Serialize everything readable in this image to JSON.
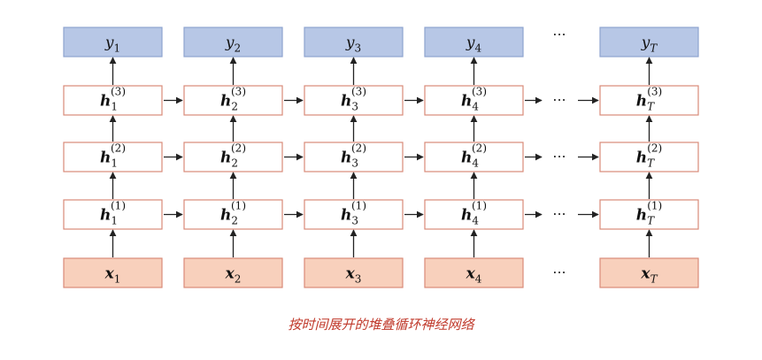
{
  "caption": "按时间展开的堆叠循环神经网络",
  "columns": [
    {
      "sub": "1"
    },
    {
      "sub": "2"
    },
    {
      "sub": "3"
    },
    {
      "sub": "4"
    },
    {
      "sub": "T"
    }
  ],
  "layers": [
    {
      "var": "h",
      "sup": "(3)"
    },
    {
      "var": "h",
      "sup": "(2)"
    },
    {
      "var": "h",
      "sup": "(1)"
    }
  ],
  "output_var": "y",
  "input_var": "x",
  "ellipsis": "···",
  "colors": {
    "output_fill": "#b7c7e6",
    "output_stroke": "#8ea3cf",
    "hidden_fill": "#ffffff",
    "hidden_stroke": "#d98a78",
    "input_fill": "#f8d0bc",
    "input_stroke": "#d98a78",
    "arrow": "#222222",
    "caption": "#c0392b"
  }
}
